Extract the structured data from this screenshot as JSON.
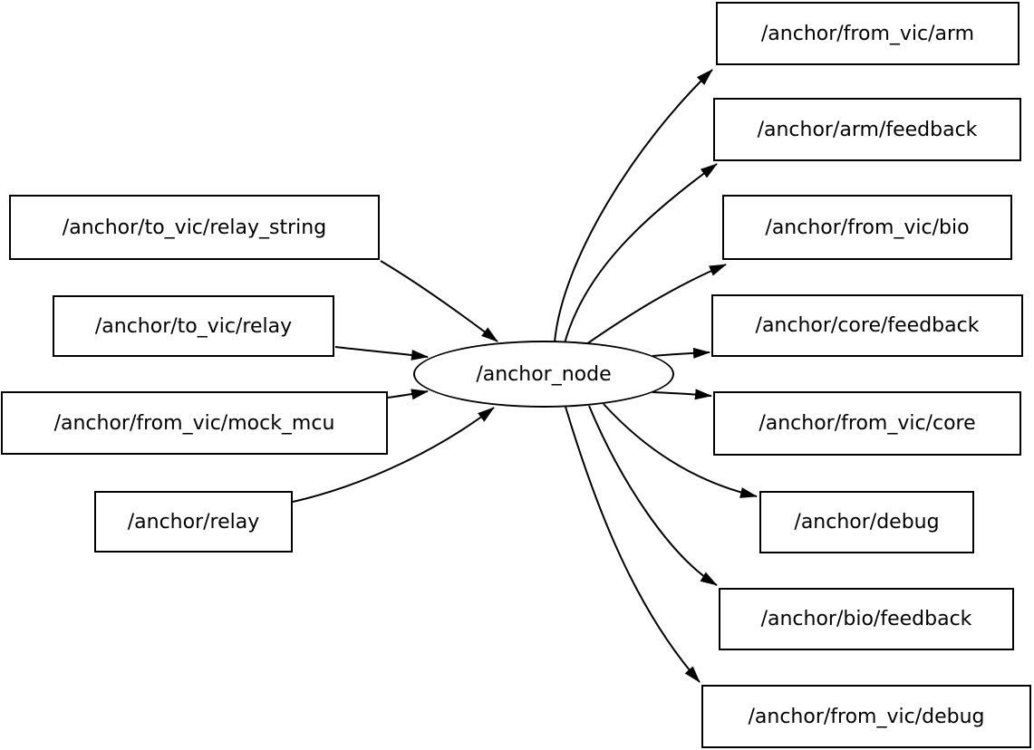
{
  "diagram": {
    "type": "ros-node-graph",
    "node": {
      "label": "/anchor_node"
    },
    "inputs": [
      {
        "label": "/anchor/to_vic/relay_string"
      },
      {
        "label": "/anchor/to_vic/relay"
      },
      {
        "label": "/anchor/from_vic/mock_mcu"
      },
      {
        "label": "/anchor/relay"
      }
    ],
    "outputs": [
      {
        "label": "/anchor/from_vic/arm"
      },
      {
        "label": "/anchor/arm/feedback"
      },
      {
        "label": "/anchor/from_vic/bio"
      },
      {
        "label": "/anchor/core/feedback"
      },
      {
        "label": "/anchor/from_vic/core"
      },
      {
        "label": "/anchor/debug"
      },
      {
        "label": "/anchor/bio/feedback"
      },
      {
        "label": "/anchor/from_vic/debug"
      }
    ],
    "edges": [
      {
        "from": "/anchor/to_vic/relay_string",
        "to": "/anchor_node"
      },
      {
        "from": "/anchor/to_vic/relay",
        "to": "/anchor_node"
      },
      {
        "from": "/anchor/from_vic/mock_mcu",
        "to": "/anchor_node"
      },
      {
        "from": "/anchor/relay",
        "to": "/anchor_node"
      },
      {
        "from": "/anchor_node",
        "to": "/anchor/from_vic/arm"
      },
      {
        "from": "/anchor_node",
        "to": "/anchor/arm/feedback"
      },
      {
        "from": "/anchor_node",
        "to": "/anchor/from_vic/bio"
      },
      {
        "from": "/anchor_node",
        "to": "/anchor/core/feedback"
      },
      {
        "from": "/anchor_node",
        "to": "/anchor/from_vic/core"
      },
      {
        "from": "/anchor_node",
        "to": "/anchor/debug"
      },
      {
        "from": "/anchor_node",
        "to": "/anchor/bio/feedback"
      },
      {
        "from": "/anchor_node",
        "to": "/anchor/from_vic/debug"
      }
    ],
    "colors": {
      "stroke": "#000000",
      "node_fill": "#ffffff",
      "text": "#000000",
      "background": "#ffffff"
    }
  }
}
